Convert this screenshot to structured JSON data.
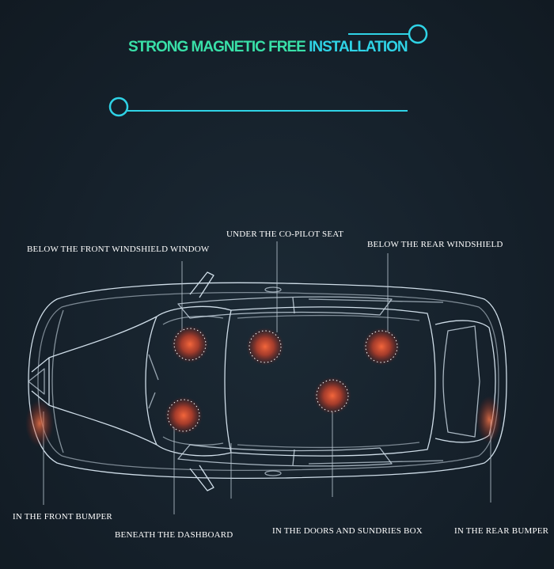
{
  "headline": {
    "part1": "STRONG MAGNETIC FREE ",
    "part2": "INSTALLATION"
  },
  "colors": {
    "background": "#16212b",
    "accent_green": "#39e0a8",
    "accent_cyan": "#2fd3e6",
    "car_outline": "#cfdde8",
    "magnet_glow": "#e0502c"
  },
  "locations": {
    "front_windshield": "BELOW THE FRONT WINDSHIELD WINDOW",
    "copilot_seat": "UNDER THE CO-PILOT SEAT",
    "rear_windshield": "BELOW THE REAR WINDSHIELD",
    "front_bumper": "IN THE FRONT BUMPER",
    "dashboard": "BENEATH THE DASHBOARD",
    "doors_box": "IN THE DOORS AND SUNDRIES BOX",
    "rear_bumper": "IN THE REAR BUMPER"
  }
}
